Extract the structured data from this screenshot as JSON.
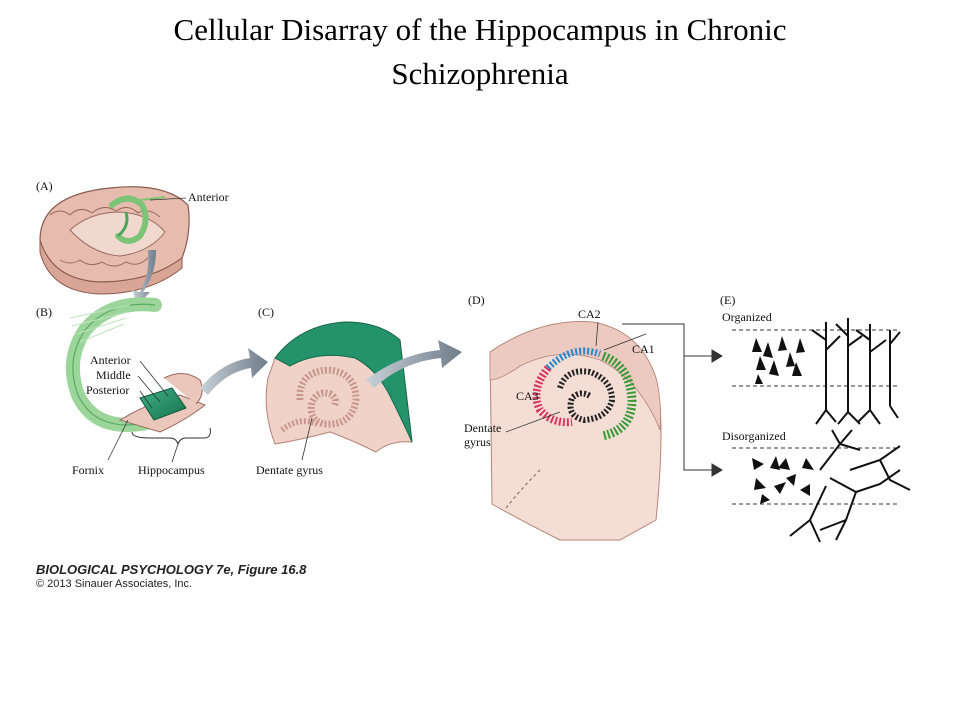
{
  "title": {
    "line1": "Cellular Disarray of the Hippocampus in Chronic",
    "line2": "Schizophrenia"
  },
  "panels": {
    "a": {
      "tag": "(A)",
      "anterior": "Anterior"
    },
    "b": {
      "tag": "(B)",
      "anterior": "Anterior",
      "middle": "Middle",
      "posterior": "Posterior",
      "fornix": "Fornix",
      "hippocampus": "Hippocampus"
    },
    "c": {
      "tag": "(C)",
      "dentate": "Dentate gyrus"
    },
    "d": {
      "tag": "(D)",
      "ca2": "CA2",
      "ca1": "CA1",
      "ca3": "CA3",
      "dentate_line1": "Dentate",
      "dentate_line2": "gyrus"
    },
    "e": {
      "tag": "(E)",
      "organized": "Organized",
      "disorganized": "Disorganized"
    }
  },
  "credit": {
    "book": "BIOLOGICAL PSYCHOLOGY 7e, Figure 16.8",
    "copyright": "© 2013 Sinauer Associates, Inc."
  },
  "colors": {
    "tissue": "#e8c2b6",
    "tissue_light": "#f3dcd3",
    "green": "#7cc576",
    "dark_green": "#1f8a66",
    "ca_blue": "#2a86c8",
    "ca_red": "#d8345f",
    "ca_green": "#3a9a3a",
    "arrow": "#7f8c98"
  }
}
